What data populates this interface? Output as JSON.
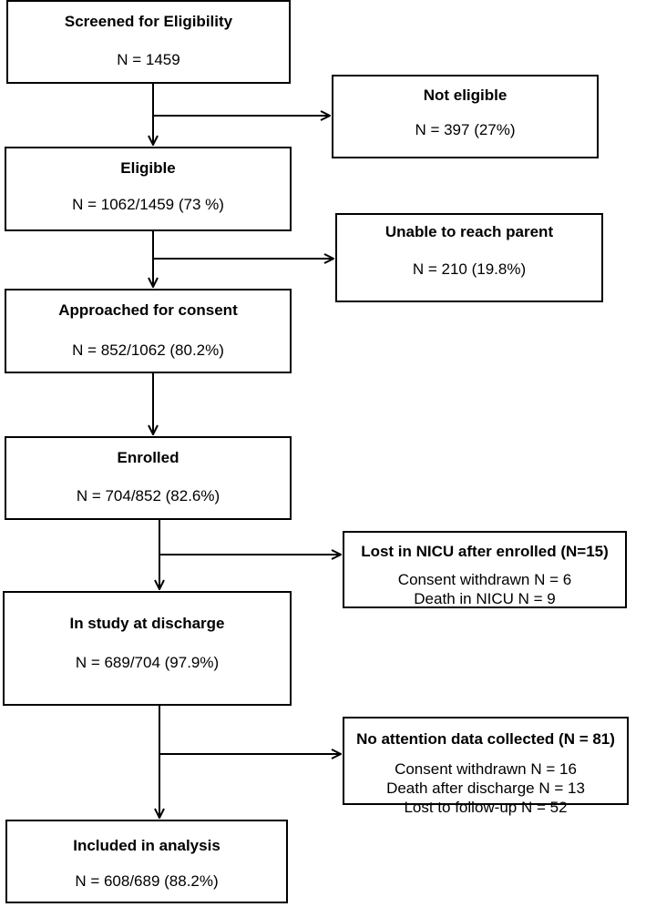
{
  "main": {
    "screened": {
      "title": "Screened for Eligibility",
      "count": "N = 1459"
    },
    "eligible": {
      "title": "Eligible",
      "count": "N = 1062/1459 (73 %)"
    },
    "approached": {
      "title": "Approached for consent",
      "count": "N = 852/1062 (80.2%)"
    },
    "enrolled": {
      "title": "Enrolled",
      "count": "N = 704/852 (82.6%)"
    },
    "in_study": {
      "title": "In study at discharge",
      "count": "N = 689/704 (97.9%)"
    },
    "included": {
      "title": "Included in analysis",
      "count": "N = 608/689 (88.2%)"
    }
  },
  "exclusions": {
    "not_eligible": {
      "title": "Not eligible",
      "count": "N = 397 (27%)"
    },
    "unable_to_reach": {
      "title": "Unable to reach parent",
      "count": "N = 210 (19.8%)"
    },
    "lost_in_nicu": {
      "title": "Lost in NICU after enrolled (N=15)",
      "lines": [
        "Consent withdrawn N = 6",
        "Death in NICU N = 9"
      ]
    },
    "no_attention_data": {
      "title": "No attention data collected (N = 81)",
      "lines": [
        "Consent withdrawn N = 16",
        "Death after discharge N = 13",
        "Lost to follow-up N = 52"
      ]
    }
  }
}
